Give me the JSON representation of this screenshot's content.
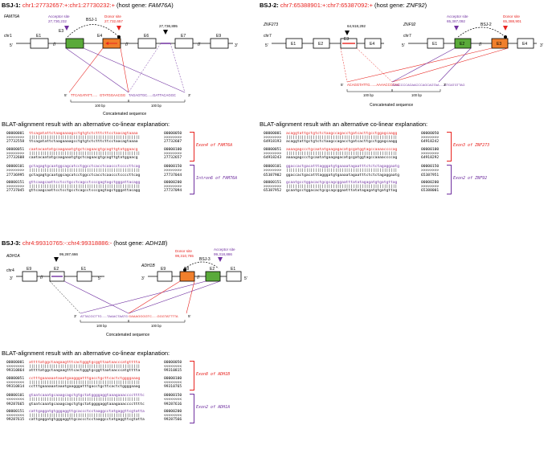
{
  "panels": [
    {
      "id": "bsj1",
      "title_label": "BSJ-1:",
      "title_coords": "chr1:27732657:+:chr1:27730232:+",
      "title_gene_prefix": " (host gene: ",
      "title_gene": "FAM76A",
      "title_suffix": ")",
      "gene_label": "FAM76A",
      "chrom": "chr1",
      "strand_left": "5'",
      "strand_right": "3'",
      "exons": [
        "E1",
        "E3",
        "E4",
        "E6",
        "E7",
        "E9"
      ],
      "acceptor_label": "Acceptor site",
      "acceptor_pos": "27,730,232",
      "donor_label": "Donor site",
      "donor_pos": "27,732,657",
      "bsj_label": "BSJ-1",
      "marker_pos": "27,736,895",
      "concat_left": "TTCAGATATT......",
      "concat_mid_red": "GTATGGAACGG",
      "concat_mid_purple": "TAGAGTGC......GATTACAGGC",
      "concat_5": "5'",
      "concat_3": "3'",
      "bp_left": "100 bp",
      "bp_right": "100 bp",
      "concat_caption": "Concatenated sequence",
      "blat_heading": "BLAT-alignment result with an alternative co-linear explanation:",
      "blocks": [
        {
          "rows": [
            {
              "q": "00000001",
              "seq": "ttcagatattctaagaaaagcctgtgtctctttcttcctaacagtaaaa",
              "e": "00000050"
            },
            {
              "q": ">>>>>>>>",
              "seq": "||||||||||||||||||||||||||||||||||||||||||||||||||",
              "e": ">>>>>>>>"
            },
            {
              "q": "27732558",
              "seq": "ttcagatattctaagaaaagcctgtgtctctttcttcctaacagtaaaa",
              "e": "27732607"
            }
          ],
          "color": "red"
        },
        {
          "rows": [
            {
              "q": "00000051",
              "seq": "caatacaatatgcaagaaatgtgctcagaacgtgcagttgtatggaacg",
              "e": "00000100"
            },
            {
              "q": ">>>>>>>>",
              "seq": "||||||||||||||||||||||||||||||||||||||||||||||||||",
              "e": ">>>>>>>>"
            },
            {
              "q": "27732608",
              "seq": "caatacaatatgcaagaaatgtgctcagaacgtgcagttgtatggaacg",
              "e": "27732657"
            }
          ],
          "color": "red",
          "annotation": "Exon4 of FAM76A"
        },
        {
          "rows": [
            {
              "q": "00000101",
              "seq": "gctagagtgcaatggcagcatcctggcctcacctcaaccctccccttcag",
              "e": "00000150"
            },
            {
              "q": ">>>>>>>>",
              "seq": "||||||||||||||||||||||||||||||||||||||||||||||||||",
              "e": ">>>>>>>>"
            },
            {
              "q": "27736995",
              "seq": "gctagagtgcaatggcagcatcctggcctcacctcaaccctccccttcag",
              "e": "27737044"
            }
          ],
          "color": "purple"
        },
        {
          "rows": [
            {
              "q": "00000151",
              "seq": "gttcaagcaattcctcctgcctcagcctcccgagtagctgggattacagg",
              "e": "00000200"
            },
            {
              "q": ">>>>>>>>",
              "seq": "||||||||||||||||||||||||||||||||||||||||||||||||||",
              "e": ">>>>>>>>"
            },
            {
              "q": "27737045",
              "seq": "gttcaagcaattcctcctgcctcagcctcccgagtagctgggattacagg",
              "e": "27737094"
            }
          ],
          "color": "purple",
          "annotation": "Intron6 of FAM76A"
        }
      ]
    },
    {
      "id": "bsj2",
      "title_label": "BSJ-2:",
      "title_coords": "chr7:65388901:+:chr7:65387092:+",
      "title_gene_prefix": " (host gene: ",
      "title_gene": "ZNF92",
      "title_suffix": ")",
      "gene_label_a": "ZNF273",
      "gene_label_b": "ZNF92",
      "chrom": "chr7",
      "strand_left": "5'",
      "strand_right": "3'",
      "exons_a": [
        "E1",
        "E2",
        "E3",
        "E4"
      ],
      "exons_b": [
        "E1",
        "E2",
        "E3",
        "E4"
      ],
      "marker_pos": "64,918,292",
      "acceptor_label": "Acceptor site",
      "acceptor_pos": "65,387,092",
      "donor_label": "Donor site",
      "donor_pos": "65,388,901",
      "bsj_label": "BSJ-2",
      "concat_left": "ACAGGTATTG.......AAAACCCCAC",
      "concat_mid_purple": "GAACCCCAGAACCCAGCAGTAA......GTGATGTTAG",
      "concat_5": "5'",
      "concat_3": "3'",
      "bp_left": "100 bp",
      "bp_right": "100 bp",
      "concat_caption": "Concatenated sequence",
      "blat_heading": "BLAT-alignment result with an alternative co-linear explanation:",
      "blocks": [
        {
          "rows": [
            {
              "q": "00000001",
              "seq": "acaggtattgctgtctctaagccagacctgatcacttgcctggagcaagg",
              "e": "00000050"
            },
            {
              "q": ">>>>>>>>",
              "seq": "||||||||||||||||||||||||||||||||||||||||||||||||||",
              "e": ">>>>>>>>"
            },
            {
              "q": "64918193",
              "seq": "acaggtattgctgtctctaagccagacctgatcacttgcctggagcaagg",
              "e": "64918242"
            }
          ],
          "color": "red"
        },
        {
          "rows": [
            {
              "q": "00000051",
              "seq": "aaaagagccctgcaatatgaagagacatgcgatggtagccaaaaccccag",
              "e": "00000100"
            },
            {
              "q": ">>>>>>>>",
              "seq": "||||||||||||||||||||||||||||||||||||||||||||||||||",
              "e": ">>>>>>>>"
            },
            {
              "q": "64918243",
              "seq": "aaaagagccctgcaatatgaagagacatgcgatggtagccaaaaccccag",
              "e": "64918292"
            }
          ],
          "color": "red",
          "annotation": "Exon3 of ZNF273"
        },
        {
          "rows": [
            {
              "q": "00000101",
              "seq": "ggaccactgacatttagggatgtgaaaatagaatttctctctagaggaatg",
              "e": "00000150"
            },
            {
              "q": ">>>>>>>>",
              "seq": "||||||||||||||||||||||||||||||||||||||||||||||||||",
              "e": ">>>>>>>>"
            },
            {
              "q": "65387902",
              "seq": "ggaccactgacatttagggatgtgaaaatagaatttctctctagaggaatg",
              "e": "65387951"
            }
          ],
          "color": "purple"
        },
        {
          "rows": [
            {
              "q": "00000151",
              "seq": "gcaatgcctggacactgcgcagcggaatttatatagagatgtgatgttag",
              "e": "00000200"
            },
            {
              "q": ">>>>>>>>",
              "seq": "||||||||||||||||||||||||||||||||||||||||||||||||||",
              "e": ">>>>>>>>"
            },
            {
              "q": "65387952",
              "seq": "gcaatgcctggacactgcgcagcggaatttatatagagatgtgatgttag",
              "e": "65388001"
            }
          ],
          "color": "purple",
          "annotation": "Exon2 of ZNF92"
        }
      ]
    },
    {
      "id": "bsj3",
      "title_label": "BSJ-3:",
      "title_coords": "chr4:99310765:-:chr4:99318886:-",
      "title_gene_prefix": " (host gene: ",
      "title_gene": "ADH1B",
      "title_suffix": ")",
      "gene_label_a": "ADH1A",
      "gene_label_b": "ADH1B",
      "chrom": "chr4",
      "strand_left": "3'",
      "strand_right": "5'",
      "exons_a": [
        "E9",
        "E2",
        "E1"
      ],
      "exons_b": [
        "E9",
        "E8",
        "E2",
        "E1"
      ],
      "marker_pos": "99,287,666",
      "donor_label": "Donor site",
      "donor_pos": "99,310,765",
      "acceptor_label": "Acceptor site",
      "acceptor_pos": "99,318,886",
      "bsj_label": "BSJ-3",
      "concat_left": "ATTACGCTTG......TAAACTAATG",
      "concat_mid_red": "GAAAGGGGTC......GGGTATTTTA",
      "concat_3": "3'",
      "concat_5": "5'",
      "bp_left": "100 bp",
      "bp_right": "100 bp",
      "concat_caption": "Concatenated sequence",
      "blat_heading": "BLAT-alignment result with an alternative co-linear explanation:",
      "blocks": [
        {
          "rows": [
            {
              "q": "00000001",
              "seq": "attttatggctaagaagtttcactgggtgcggttaataacccatgtttta",
              "e": "00000050"
            },
            {
              "q": "<<<<<<<<",
              "seq": "||||||||||||||||||||||||||||||||||||||||||||||||||",
              "e": "<<<<<<<<"
            },
            {
              "q": "99310864",
              "seq": "attttatggctaagaagtttcactgggtgcggttaataacccatgtttta",
              "e": "99310815"
            }
          ],
          "color": "red"
        },
        {
          "rows": [
            {
              "q": "00000051",
              "seq": "cctttgaaaaaataaatgaagggatttgacctgcttcactctggggaaag",
              "e": "00000100"
            },
            {
              "q": "<<<<<<<<",
              "seq": "||||||||||||||||||||||||||||||||||||||||||||||||||",
              "e": "<<<<<<<<"
            },
            {
              "q": "99310814",
              "seq": "cctttgaaaaaataaatgaagggatttgacctgcttcactctggggaaag",
              "e": "99310765"
            }
          ],
          "color": "red",
          "annotation": "Exon8 of ADH1B"
        },
        {
          "rows": [
            {
              "q": "00000101",
              "seq": "gtaatcaaatgcaaagcagctgtgctatggggaggtaaagaaaccccttttc",
              "e": "00000150"
            },
            {
              "q": "<<<<<<<<",
              "seq": "||||||||||||||||||||||||||||||||||||||||||||||||||",
              "e": "<<<<<<<<"
            },
            {
              "q": "99287665",
              "seq": "gtaatcaaatgcaaagcagctgtgctatggggaggtaaagaaaccccttttc",
              "e": "99287616"
            }
          ],
          "color": "purple"
        },
        {
          "rows": [
            {
              "q": "00000151",
              "seq": "cattgaggatgtgggaggttgcaccctcctaaggcctatgaggttcgtatta",
              "e": "00000200"
            },
            {
              "q": "<<<<<<<<",
              "seq": "||||||||||||||||||||||||||||||||||||||||||||||||||",
              "e": "<<<<<<<<"
            },
            {
              "q": "99287615",
              "seq": "cattgaggatgtgggaggttgcaccctcctaaggcctatgaggttcgtatta",
              "e": "99287566"
            }
          ],
          "color": "purple",
          "annotation": "Exon2 of ADH1A"
        }
      ]
    }
  ],
  "colors": {
    "red": "#e8231f",
    "purple": "#7030a0",
    "donor_exon": "#f07f2c",
    "acceptor_exon": "#5aaa3a"
  }
}
